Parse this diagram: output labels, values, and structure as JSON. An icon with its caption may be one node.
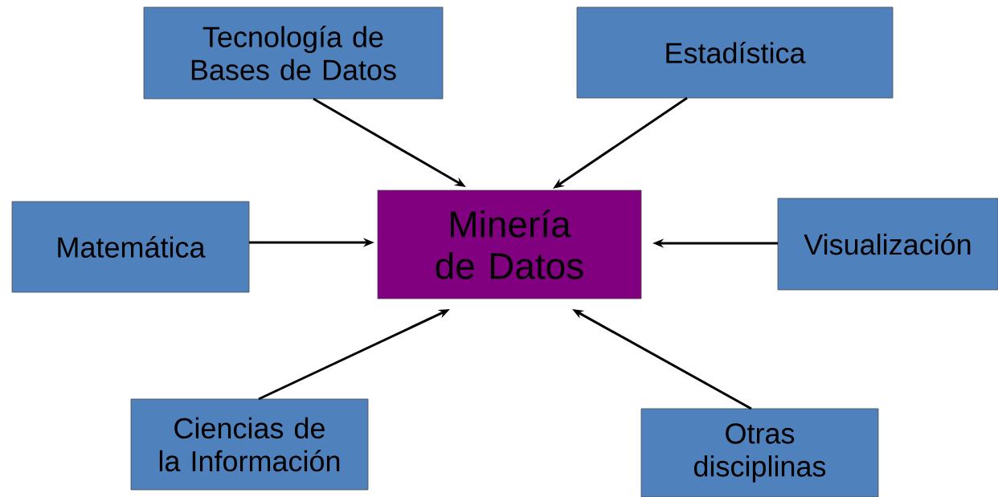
{
  "diagram": {
    "nodes": [
      {
        "text": [
          "Minería de Datos"
        ]
      },
      {
        "text": [
          "Tecnología de Bases de Datos"
        ]
      },
      {
        "text": [
          "Estadística"
        ]
      },
      {
        "text": [
          "Matemática"
        ]
      },
      {
        "text": [
          "Visualización"
        ]
      },
      {
        "text": [
          "Ciencias de la Información"
        ]
      },
      {
        "text": [
          "Otras disciplinas"
        ]
      }
    ],
    "edges": [
      {
        "from": 1,
        "to": 0,
        "arrow": "to"
      },
      {
        "from": 2,
        "to": 0,
        "arrow": "to"
      },
      {
        "from": 3,
        "to": 0,
        "arrow": "to"
      },
      {
        "from": 4,
        "to": 0,
        "arrow": "to"
      },
      {
        "from": 5,
        "to": 0,
        "arrow": "to"
      },
      {
        "from": 6,
        "to": 0,
        "arrow": "to"
      }
    ]
  }
}
